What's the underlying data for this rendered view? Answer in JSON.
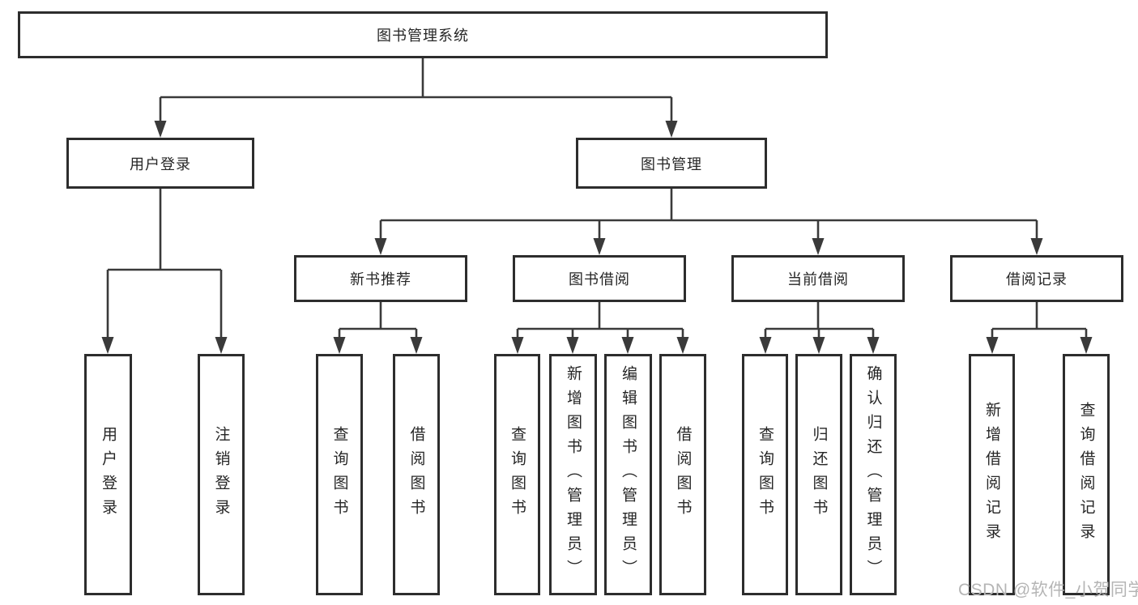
{
  "diagram_title": "图书管理系统",
  "watermark": "CSDN @软件_小贺同学",
  "colors": {
    "line": "#3a3a3a",
    "border": "#2d2d2d",
    "text": "#262626",
    "watermark": "#b5b5b5",
    "background": "#ffffff"
  },
  "tree": {
    "root": {
      "label": "图书管理系统"
    },
    "branches": [
      {
        "label": "用户登录",
        "children": [
          {
            "label": "用户登录"
          },
          {
            "label": "注销登录"
          }
        ]
      },
      {
        "label": "图书管理",
        "groups": [
          {
            "label": "新书推荐",
            "children": [
              {
                "label": "查询图书"
              },
              {
                "label": "借阅图书"
              }
            ]
          },
          {
            "label": "图书借阅",
            "children": [
              {
                "label": "查询图书"
              },
              {
                "label": "新增图书（管理员）"
              },
              {
                "label": "编辑图书（管理员）"
              },
              {
                "label": "借阅图书"
              }
            ]
          },
          {
            "label": "当前借阅",
            "children": [
              {
                "label": "查询图书"
              },
              {
                "label": "归还图书"
              },
              {
                "label": "确认归还（管理员）"
              }
            ]
          },
          {
            "label": "借阅记录",
            "children": [
              {
                "label": "新增借阅记录"
              },
              {
                "label": "查询借阅记录"
              }
            ]
          }
        ]
      }
    ]
  }
}
